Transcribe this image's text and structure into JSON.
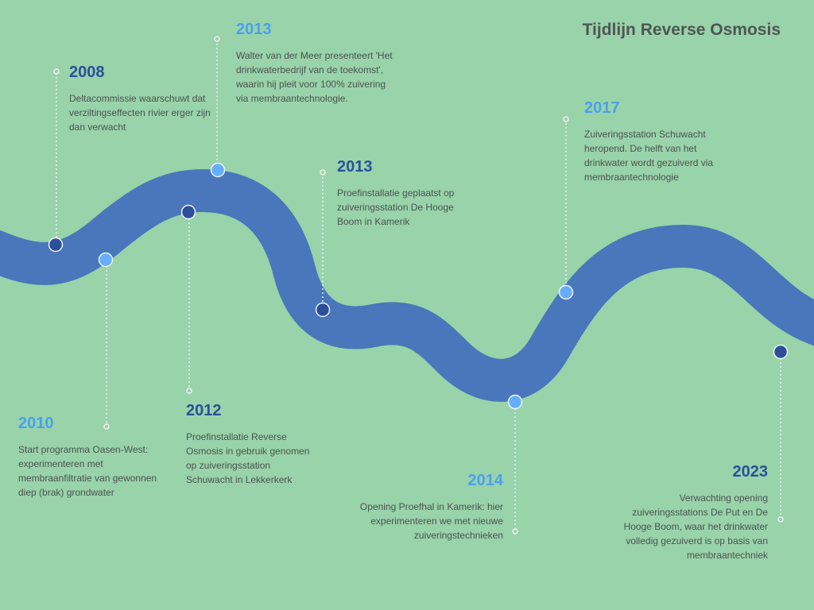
{
  "title": "Tijdlijn Reverse Osmosis",
  "colors": {
    "background": "#98d3a9",
    "river": "#4a76bb",
    "dot_dark": "#2d4f9a",
    "dot_light": "#66aefc",
    "year_dark": "#2c4f9d",
    "year_light": "#4aa0ef"
  },
  "events": [
    {
      "year": "2008",
      "text": "Deltacommissie waarschuwt dat verziltingseffecten rivier erger zijn dan verwacht"
    },
    {
      "year": "2013",
      "text": "Walter van der Meer presenteert 'Het drinkwaterbedrijf van de toekomst', waarin hij pleit voor 100% zuivering via membraantechnologie."
    },
    {
      "year": "2013",
      "text": "Proefinstallatie geplaatst  op zuiveringsstation De Hooge Boom in Kamerik"
    },
    {
      "year": "2017",
      "text": "Zuiveringsstation Schuwacht heropend. De helft van het drinkwater wordt gezuiverd via membraantechnologie"
    },
    {
      "year": "2010",
      "text": "Start programma Oasen-West: experimenteren met membraanfiltratie van gewonnen diep (brak) grondwater"
    },
    {
      "year": "2012",
      "text": "Proefinstallatie Reverse Osmosis in gebruik genomen op zuiveringsstation Schuwacht in Lekkerkerk"
    },
    {
      "year": "2014",
      "text": "Opening Proefhal in Kamerik: hier experimenteren we met nieuwe zuiveringstechnieken"
    },
    {
      "year": "2023",
      "text": "Verwachting opening zuiveringsstations De Put en De Hooge Boom, waar het drinkwater volledig gezuiverd is op basis van membraantechniek"
    }
  ]
}
